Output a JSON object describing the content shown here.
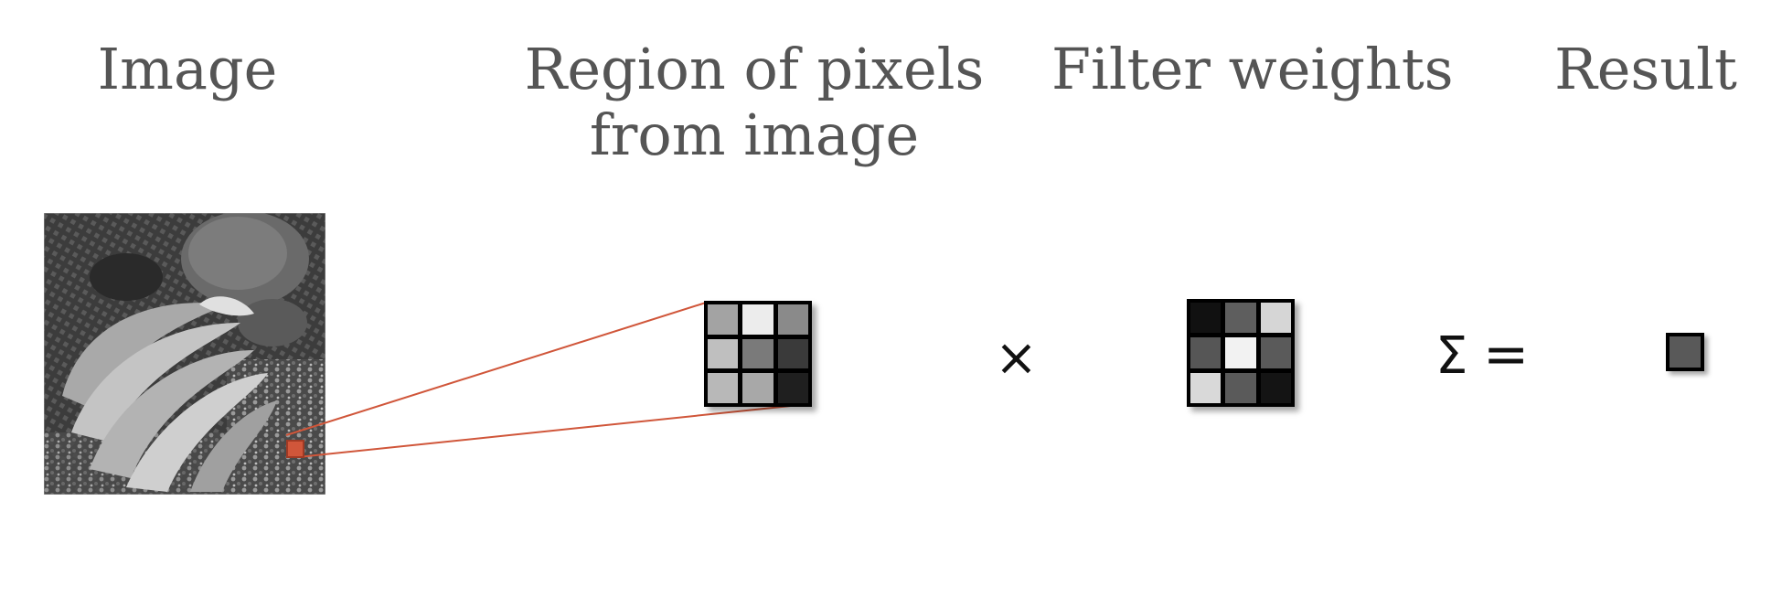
{
  "headings": {
    "image": "Image",
    "region_line1": "Region of pixels",
    "region_line2": "from image",
    "filter": "Filter weights",
    "result": "Result"
  },
  "operators": {
    "multiply": "×",
    "sum": "Σ",
    "equals": "="
  },
  "colors": {
    "heading_text": "#555555",
    "highlight": "#d0563a",
    "grid_border": "#000000"
  },
  "region_pixels": [
    "#a3a3a3",
    "#ececec",
    "#8a8a8a",
    "#bfbfbf",
    "#7a7a7a",
    "#3a3a3a",
    "#b8b8b8",
    "#a8a8a8",
    "#1f1f1f"
  ],
  "filter_weights": [
    "#111111",
    "#5e5e5e",
    "#d6d6d6",
    "#565656",
    "#f2f2f2",
    "#5a5a5a",
    "#d9d9d9",
    "#5a5a5a",
    "#141414"
  ],
  "result_pixel": "#595959"
}
